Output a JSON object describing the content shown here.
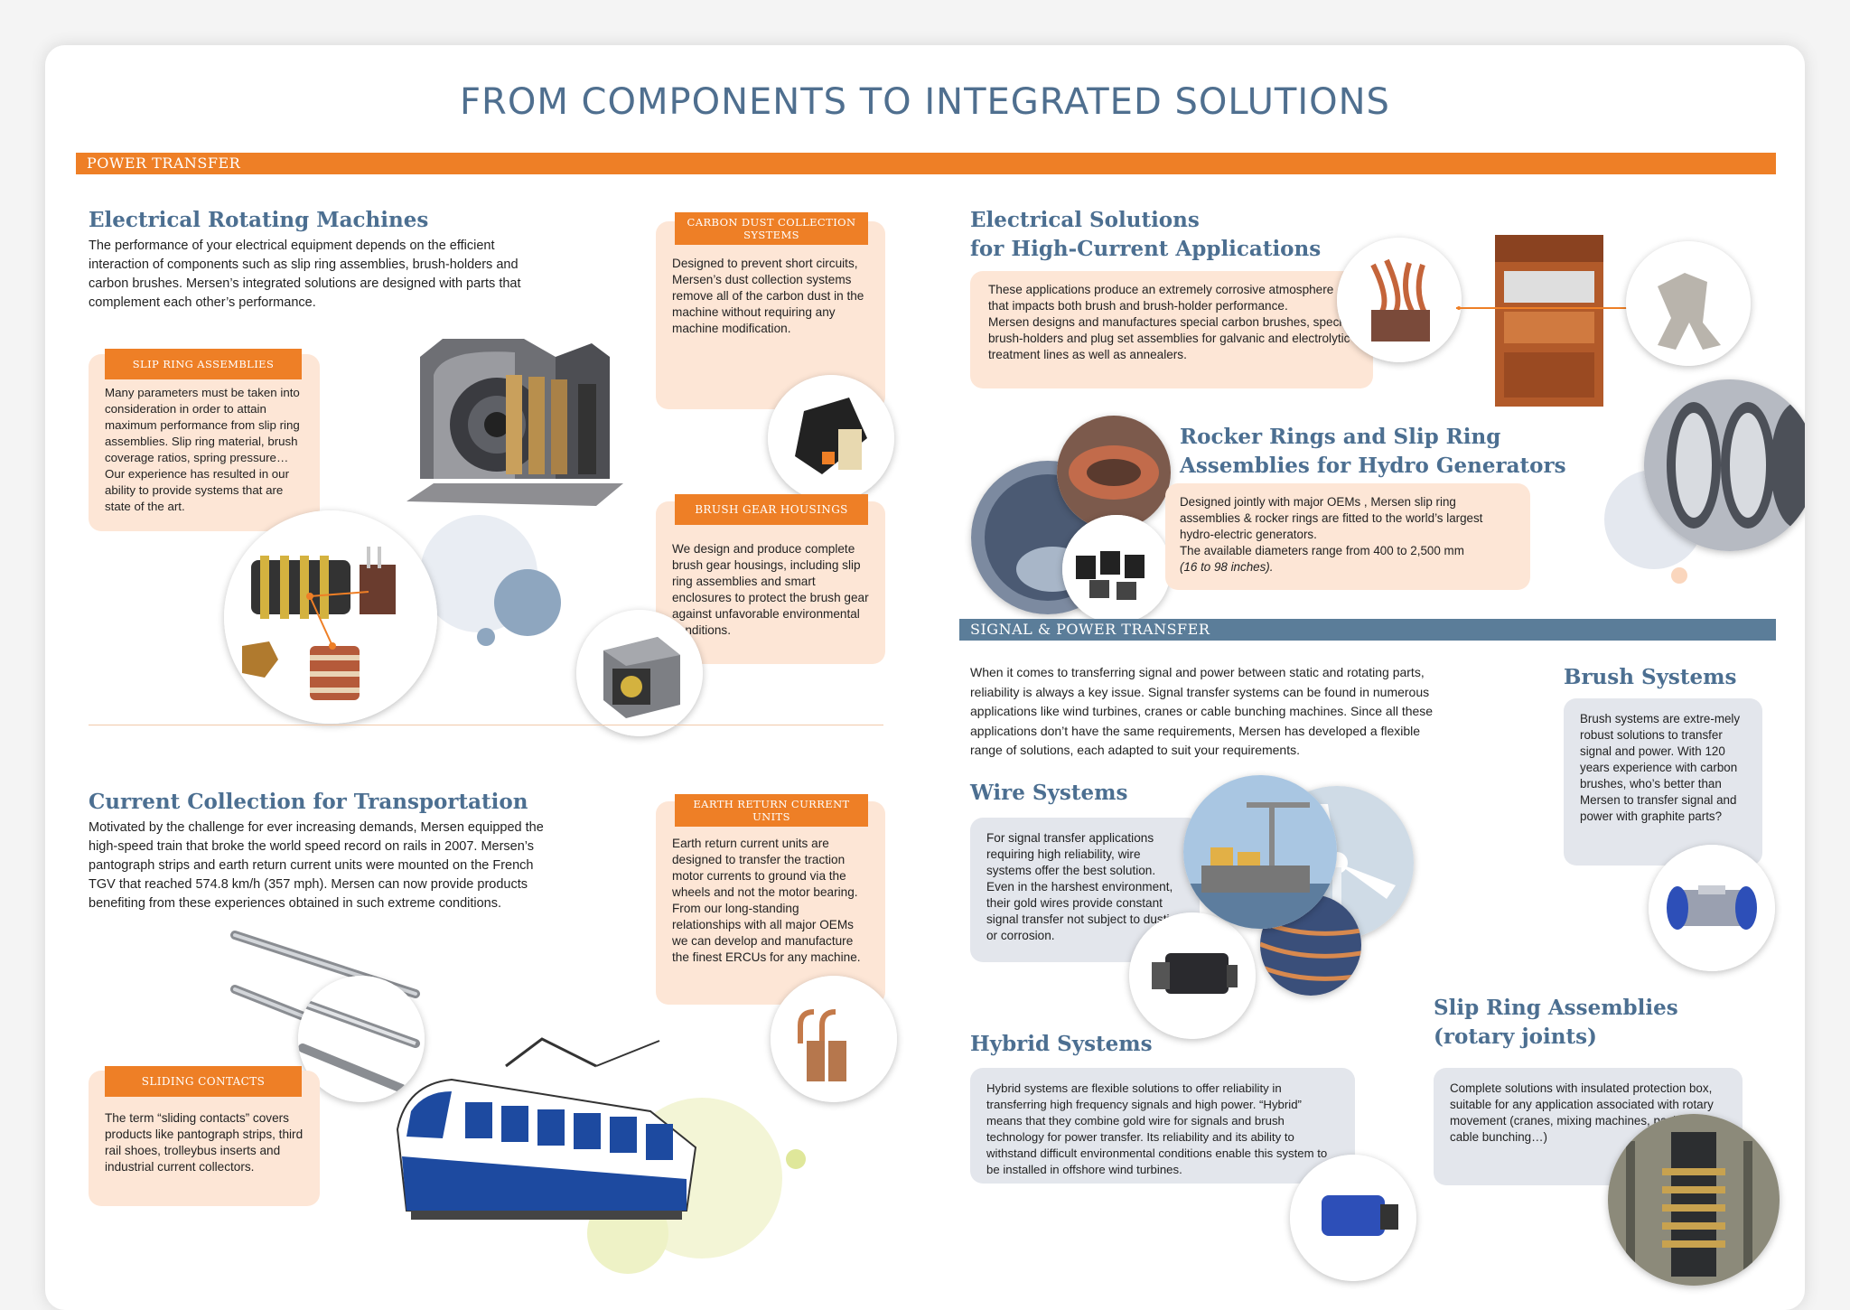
{
  "title": "FROM COMPONENTS TO INTEGRATED SOLUTIONS",
  "bars": {
    "power_transfer": "POWER TRANSFER",
    "signal_power_transfer": "SIGNAL & POWER TRANSFER"
  },
  "electrical_rotating_machines": {
    "heading": "Electrical Rotating Machines",
    "body": "The performance of your electrical equipment depends on the efficient interaction of components such as slip ring assemblies, brush-holders and carbon brushes. Mersen’s integrated solutions are designed with parts that complement each other’s performance."
  },
  "slip_ring_assemblies": {
    "tag": "SLIP RING ASSEMBLIES",
    "text": "Many parameters must be taken into consideration in order to attain maximum performance from slip ring assemblies. Slip ring material, brush coverage ratios, spring pressure… Our experience has resulted in our ability to provide systems that are state of the art."
  },
  "carbon_dust": {
    "tag": "CARBON DUST COLLECTION SYSTEMS",
    "text": "Designed to prevent short circuits, Mersen’s dust collection systems remove all of the carbon dust in the machine without requiring any machine modification."
  },
  "brush_gear": {
    "tag": "BRUSH GEAR HOUSINGS",
    "text": "We design and produce complete brush gear housings, including slip ring assemblies and smart enclosures to protect the brush gear against unfavorable environmental conditions."
  },
  "current_collection": {
    "heading": "Current Collection for Transportation",
    "body": "Motivated by the challenge for ever increasing demands, Mersen equipped the high-speed train that broke the world speed record on rails in 2007. Mersen’s pantograph strips and earth return current units were mounted on the French TGV that reached 574.8 km/h (357 mph). Mersen can now provide products benefiting from these experiences obtained in such extreme conditions."
  },
  "earth_return": {
    "tag": "EARTH RETURN CURRENT UNITS",
    "text": "Earth return current units are designed to transfer the traction motor currents to ground via the wheels and not the motor bearing. From our long-standing relationships with all major OEMs we can develop and manufacture the finest ERCUs for any machine."
  },
  "sliding_contacts": {
    "tag": "SLIDING CONTACTS",
    "text": "The term “sliding contacts” covers products like pantograph strips, third rail shoes, trolleybus inserts and industrial current collectors."
  },
  "high_current": {
    "heading_line1": "Electrical Solutions",
    "heading_line2": "for High-Current Applications",
    "text1": "These applications produce an extremely corrosive atmosphere that impacts both brush and brush-holder performance.",
    "text2": "Mersen designs and manufactures special carbon brushes, specific brush-holders and plug set assemblies for galvanic and electrolytic treatment lines as well as annealers."
  },
  "rocker_rings": {
    "heading_line1": "Rocker Rings and Slip Ring",
    "heading_line2": "Assemblies for Hydro Generators",
    "text1": "Designed jointly with major OEMs , Mersen slip ring assemblies & rocker rings are fitted to the world’s largest hydro-electric generators.",
    "text2": "The available diameters range from 400 to 2,500 mm",
    "text3": "(16 to 98 inches)."
  },
  "signal_intro": "When it comes to transferring signal and power between static and rotating parts, reliability is always a key issue. Signal transfer systems can be found in numerous applications like wind turbines, cranes or cable bunching machines. Since all these applications don’t have the same requirements, Mersen has developed a flexible range of solutions, each adapted to suit your requirements.",
  "brush_systems": {
    "heading": "Brush Systems",
    "text": "Brush systems are extre-mely robust solutions to transfer signal and power. With 120 years experience with carbon brushes, who’s better than Mersen to transfer signal and power with graphite parts?"
  },
  "wire_systems": {
    "heading": "Wire Systems",
    "text": "For signal transfer applications requiring high reliability, wire systems offer the best solution. Even in the harshest environment, their gold wires provide constant signal transfer not subject to dusting or corrosion."
  },
  "hybrid_systems": {
    "heading": "Hybrid Systems",
    "text": "Hybrid systems are flexible solutions to offer reliability in transferring high frequency signals and high power. “Hybrid” means that they combine gold wire for signals and brush technology for power transfer. Its reliability and its ability to withstand difficult environmental conditions enable this system to be installed in offshore wind turbines."
  },
  "slip_ring_rotary": {
    "heading_line1": "Slip Ring Assemblies",
    "heading_line2": "(rotary joints)",
    "text": "Complete solutions with insulated protection box, suitable for any application associated with rotary movement (cranes, mixing machines, packaging, cable bunching…)"
  },
  "colors": {
    "orange": "#ee7f26",
    "steel": "#5b7d99",
    "heading_blue": "#4c6f91",
    "peach_box": "#fde6d6",
    "grey_box": "#e3e6ec"
  }
}
